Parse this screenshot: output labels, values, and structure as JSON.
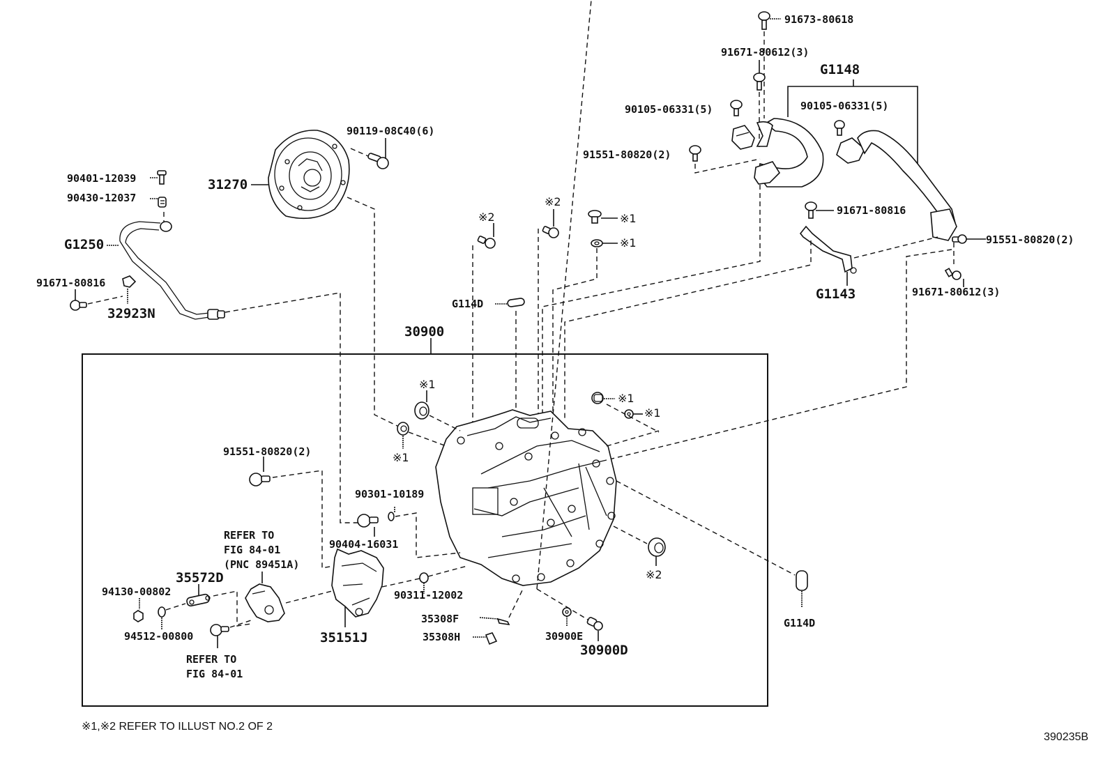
{
  "diagram": {
    "type": "parts-exploded-view",
    "assembly_label": "30900",
    "footnote": "※1,※2 REFER TO ILLUST NO.2 OF 2",
    "illustration_id": "390235B",
    "labels": {
      "p90401_12039": "90401-12039",
      "p90430_12037": "90430-12037",
      "g1250": "G1250",
      "p91671_80816_left": "91671-80816",
      "p32923n": "32923N",
      "p31270": "31270",
      "p90119_08c40": "90119-08C40(6)",
      "p91673_80618": "91673-80618",
      "p91671_80612_top": "91671-80612(3)",
      "p90105_06331_left": "90105-06331(5)",
      "p91551_80820_top": "91551-80820(2)",
      "g1148": "G1148",
      "p90105_06331_right": "90105-06331(5)",
      "p91671_80816_right": "91671-80816",
      "p91551_80820_right": "91551-80820(2)",
      "g1143": "G1143",
      "p91671_80612_right": "91671-80612(3)",
      "g114d_top": "G114D",
      "ref2_a": "※2",
      "ref2_b": "※2",
      "ref1_a": "※1",
      "ref1_b": "※1",
      "p30900": "30900",
      "ref1_c": "※1",
      "ref1_d": "※1",
      "ref1_e": "※1",
      "ref1_f": "※1",
      "p91551_80820_box": "91551-80820(2)",
      "p90301_10189": "90301-10189",
      "p90404_16031": "90404-16031",
      "refer_top_1": "REFER TO",
      "refer_top_2": "FIG 84-01",
      "refer_top_3": "(PNC 89451A)",
      "p35572d": "35572D",
      "p94130_00802": "94130-00802",
      "p94512_00800": "94512-00800",
      "refer_bot_1": "REFER TO",
      "refer_bot_2": "FIG 84-01",
      "p35151j": "35151J",
      "p90311_12002": "90311-12002",
      "p35308f": "35308F",
      "p35308h": "35308H",
      "p30900e": "30900E",
      "p30900d": "30900D",
      "ref2_c": "※2",
      "g114d_right": "G114D"
    }
  }
}
